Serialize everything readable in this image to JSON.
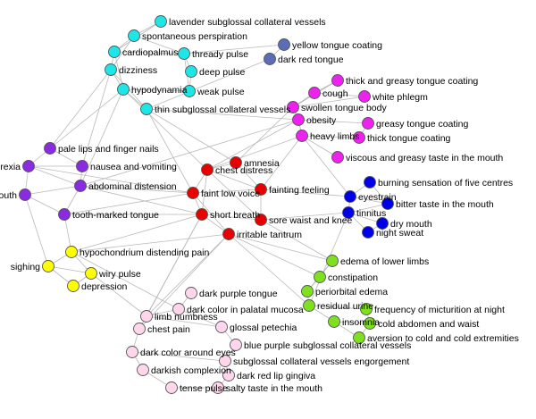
{
  "network": {
    "clusters": [
      {
        "id": "cyan",
        "color": "#1fe6e6"
      },
      {
        "id": "slate",
        "color": "#5a6db5"
      },
      {
        "id": "magenta",
        "color": "#ee22ee"
      },
      {
        "id": "purple",
        "color": "#8a2be2"
      },
      {
        "id": "red",
        "color": "#e80000"
      },
      {
        "id": "blue",
        "color": "#0000e6"
      },
      {
        "id": "yellow",
        "color": "#ffff00"
      },
      {
        "id": "green",
        "color": "#7fe020"
      },
      {
        "id": "pink",
        "color": "#ffd6ec"
      }
    ],
    "nodes": [
      {
        "id": "n1",
        "label": "lavender subglossal collateral vessels",
        "cluster": "cyan"
      },
      {
        "id": "n2",
        "label": "spontaneous perspiration",
        "cluster": "cyan"
      },
      {
        "id": "n3",
        "label": "cardiopalmus",
        "cluster": "cyan"
      },
      {
        "id": "n4",
        "label": "thready pulse",
        "cluster": "cyan"
      },
      {
        "id": "n5",
        "label": "dizziness",
        "cluster": "cyan"
      },
      {
        "id": "n6",
        "label": "deep pulse",
        "cluster": "cyan"
      },
      {
        "id": "n7",
        "label": "hypodynamia",
        "cluster": "cyan"
      },
      {
        "id": "n8",
        "label": "weak pulse",
        "cluster": "cyan"
      },
      {
        "id": "n9",
        "label": "thin subglossal collateral vessels",
        "cluster": "cyan"
      },
      {
        "id": "n10",
        "label": "yellow tongue coating",
        "cluster": "slate"
      },
      {
        "id": "n11",
        "label": "dark red tongue",
        "cluster": "slate"
      },
      {
        "id": "n12",
        "label": "thick and greasy tongue coating",
        "cluster": "magenta"
      },
      {
        "id": "n13",
        "label": "cough",
        "cluster": "magenta"
      },
      {
        "id": "n14",
        "label": "white phlegm",
        "cluster": "magenta"
      },
      {
        "id": "n15",
        "label": "swollen tongue body",
        "cluster": "magenta"
      },
      {
        "id": "n16",
        "label": "obesity",
        "cluster": "magenta"
      },
      {
        "id": "n17",
        "label": "greasy tongue coating",
        "cluster": "magenta"
      },
      {
        "id": "n18",
        "label": "heavy limbs",
        "cluster": "magenta"
      },
      {
        "id": "n19",
        "label": "thick tongue coating",
        "cluster": "magenta"
      },
      {
        "id": "n20",
        "label": "viscous and greasy taste in the mouth",
        "cluster": "magenta"
      },
      {
        "id": "n21",
        "label": "pale lips and finger nails",
        "cluster": "purple"
      },
      {
        "id": "n22",
        "label": "anorexia",
        "cluster": "purple"
      },
      {
        "id": "n23",
        "label": "nausea and vomiting",
        "cluster": "purple"
      },
      {
        "id": "n24",
        "label": "abdominal distension",
        "cluster": "purple"
      },
      {
        "id": "n25",
        "label": "tastelessness in the mouth",
        "cluster": "purple"
      },
      {
        "id": "n26",
        "label": "tooth-marked tongue",
        "cluster": "purple"
      },
      {
        "id": "n27",
        "label": "amnesia",
        "cluster": "red"
      },
      {
        "id": "n28",
        "label": "chest distress",
        "cluster": "red"
      },
      {
        "id": "n29",
        "label": "fainting feeling",
        "cluster": "red"
      },
      {
        "id": "n30",
        "label": "faint low voice",
        "cluster": "red"
      },
      {
        "id": "n31",
        "label": "short breath",
        "cluster": "red"
      },
      {
        "id": "n32",
        "label": "sore waist and knee",
        "cluster": "red"
      },
      {
        "id": "n33",
        "label": "irritable tantrum",
        "cluster": "red"
      },
      {
        "id": "n34",
        "label": "burning sensation of five centres",
        "cluster": "blue"
      },
      {
        "id": "n35",
        "label": "eyestrain",
        "cluster": "blue"
      },
      {
        "id": "n36",
        "label": "bitter taste in the mouth",
        "cluster": "blue"
      },
      {
        "id": "n37",
        "label": "tinnitus",
        "cluster": "blue"
      },
      {
        "id": "n38",
        "label": "dry mouth",
        "cluster": "blue"
      },
      {
        "id": "n39",
        "label": "night sweat",
        "cluster": "blue"
      },
      {
        "id": "n40",
        "label": "hypochondrium distending pain",
        "cluster": "yellow"
      },
      {
        "id": "n41",
        "label": "sighing",
        "cluster": "yellow"
      },
      {
        "id": "n42",
        "label": "wiry pulse",
        "cluster": "yellow"
      },
      {
        "id": "n43",
        "label": "depression",
        "cluster": "yellow"
      },
      {
        "id": "n44",
        "label": "edema of lower limbs",
        "cluster": "green"
      },
      {
        "id": "n45",
        "label": "constipation",
        "cluster": "green"
      },
      {
        "id": "n46",
        "label": "periorbital edema",
        "cluster": "green"
      },
      {
        "id": "n47",
        "label": "residual urine",
        "cluster": "green"
      },
      {
        "id": "n48",
        "label": "frequency of micturition at night",
        "cluster": "green"
      },
      {
        "id": "n49",
        "label": "insomnia",
        "cluster": "green"
      },
      {
        "id": "n50",
        "label": "cold abdomen and waist",
        "cluster": "green"
      },
      {
        "id": "n51",
        "label": "aversion to cold and cold extremities",
        "cluster": "green"
      },
      {
        "id": "n52",
        "label": "dark purple tongue",
        "cluster": "pink"
      },
      {
        "id": "n53",
        "label": "dark color in palatal mucosa",
        "cluster": "pink"
      },
      {
        "id": "n54",
        "label": "limb numbness",
        "cluster": "pink"
      },
      {
        "id": "n55",
        "label": "glossal petechia",
        "cluster": "pink"
      },
      {
        "id": "n56",
        "label": "chest pain",
        "cluster": "pink"
      },
      {
        "id": "n57",
        "label": "blue purple subglossal collateral vessels",
        "cluster": "pink"
      },
      {
        "id": "n58",
        "label": "dark color around eyes",
        "cluster": "pink"
      },
      {
        "id": "n59",
        "label": "subglossal collateral vessels engorgement",
        "cluster": "pink"
      },
      {
        "id": "n60",
        "label": "darkish complexion",
        "cluster": "pink"
      },
      {
        "id": "n61",
        "label": "dark red lip gingiva",
        "cluster": "pink"
      },
      {
        "id": "n62",
        "label": "tense pulse",
        "cluster": "pink"
      },
      {
        "id": "n63",
        "label": "salty taste in the mouth",
        "cluster": "pink"
      }
    ],
    "edges": [
      [
        "n1",
        "n2"
      ],
      [
        "n1",
        "n3"
      ],
      [
        "n2",
        "n3"
      ],
      [
        "n2",
        "n4"
      ],
      [
        "n3",
        "n5"
      ],
      [
        "n3",
        "n4"
      ],
      [
        "n4",
        "n6"
      ],
      [
        "n5",
        "n7"
      ],
      [
        "n6",
        "n8"
      ],
      [
        "n7",
        "n8"
      ],
      [
        "n7",
        "n9"
      ],
      [
        "n5",
        "n9"
      ],
      [
        "n4",
        "n8"
      ],
      [
        "n3",
        "n7"
      ],
      [
        "n2",
        "n5"
      ],
      [
        "n10",
        "n11"
      ],
      [
        "n11",
        "n9"
      ],
      [
        "n10",
        "n4"
      ],
      [
        "n12",
        "n13"
      ],
      [
        "n13",
        "n14"
      ],
      [
        "n13",
        "n15"
      ],
      [
        "n15",
        "n16"
      ],
      [
        "n16",
        "n17"
      ],
      [
        "n17",
        "n19"
      ],
      [
        "n18",
        "n16"
      ],
      [
        "n18",
        "n20"
      ],
      [
        "n19",
        "n18"
      ],
      [
        "n14",
        "n15"
      ],
      [
        "n12",
        "n15"
      ],
      [
        "n16",
        "n18"
      ],
      [
        "n21",
        "n22"
      ],
      [
        "n21",
        "n23"
      ],
      [
        "n22",
        "n23"
      ],
      [
        "n22",
        "n24"
      ],
      [
        "n23",
        "n24"
      ],
      [
        "n24",
        "n25"
      ],
      [
        "n25",
        "n26"
      ],
      [
        "n22",
        "n25"
      ],
      [
        "n24",
        "n26"
      ],
      [
        "n27",
        "n28"
      ],
      [
        "n28",
        "n29"
      ],
      [
        "n28",
        "n30"
      ],
      [
        "n30",
        "n31"
      ],
      [
        "n31",
        "n32"
      ],
      [
        "n31",
        "n33"
      ],
      [
        "n29",
        "n32"
      ],
      [
        "n27",
        "n29"
      ],
      [
        "n30",
        "n33"
      ],
      [
        "n28",
        "n31"
      ],
      [
        "n28",
        "n32"
      ],
      [
        "n30",
        "n29"
      ],
      [
        "n34",
        "n35"
      ],
      [
        "n35",
        "n36"
      ],
      [
        "n35",
        "n37"
      ],
      [
        "n37",
        "n38"
      ],
      [
        "n38",
        "n39"
      ],
      [
        "n36",
        "n37"
      ],
      [
        "n34",
        "n36"
      ],
      [
        "n37",
        "n39"
      ],
      [
        "n40",
        "n41"
      ],
      [
        "n40",
        "n42"
      ],
      [
        "n41",
        "n42"
      ],
      [
        "n42",
        "n43"
      ],
      [
        "n41",
        "n43"
      ],
      [
        "n44",
        "n45"
      ],
      [
        "n45",
        "n46"
      ],
      [
        "n46",
        "n47"
      ],
      [
        "n47",
        "n48"
      ],
      [
        "n47",
        "n49"
      ],
      [
        "n49",
        "n50"
      ],
      [
        "n50",
        "n51"
      ],
      [
        "n48",
        "n50"
      ],
      [
        "n44",
        "n46"
      ],
      [
        "n49",
        "n51"
      ],
      [
        "n52",
        "n53"
      ],
      [
        "n53",
        "n54"
      ],
      [
        "n54",
        "n55"
      ],
      [
        "n54",
        "n56"
      ],
      [
        "n55",
        "n57"
      ],
      [
        "n56",
        "n58"
      ],
      [
        "n57",
        "n59"
      ],
      [
        "n58",
        "n60"
      ],
      [
        "n59",
        "n61"
      ],
      [
        "n60",
        "n62"
      ],
      [
        "n61",
        "n63"
      ],
      [
        "n62",
        "n63"
      ],
      [
        "n53",
        "n55"
      ],
      [
        "n58",
        "n59"
      ],
      [
        "n28",
        "n7"
      ],
      [
        "n28",
        "n16"
      ],
      [
        "n28",
        "n18"
      ],
      [
        "n30",
        "n24"
      ],
      [
        "n30",
        "n22"
      ],
      [
        "n31",
        "n26"
      ],
      [
        "n31",
        "n40"
      ],
      [
        "n31",
        "n56"
      ],
      [
        "n33",
        "n45"
      ],
      [
        "n33",
        "n40"
      ],
      [
        "n33",
        "n54"
      ],
      [
        "n32",
        "n37"
      ],
      [
        "n32",
        "n44"
      ],
      [
        "n29",
        "n35"
      ],
      [
        "n27",
        "n9"
      ],
      [
        "n27",
        "n15"
      ],
      [
        "n26",
        "n40"
      ],
      [
        "n25",
        "n41"
      ],
      [
        "n23",
        "n5"
      ],
      [
        "n21",
        "n7"
      ],
      [
        "n18",
        "n35"
      ],
      [
        "n9",
        "n16"
      ],
      [
        "n7",
        "n24"
      ],
      [
        "n33",
        "n47"
      ],
      [
        "n37",
        "n47"
      ],
      [
        "n31",
        "n54"
      ],
      [
        "n33",
        "n56"
      ],
      [
        "n26",
        "n30"
      ],
      [
        "n24",
        "n31"
      ],
      [
        "n5",
        "n21"
      ],
      [
        "n40",
        "n53"
      ],
      [
        "n42",
        "n54"
      ],
      [
        "n33",
        "n44"
      ],
      [
        "n18",
        "n29"
      ],
      [
        "n16",
        "n24"
      ],
      [
        "n9",
        "n30"
      ]
    ]
  }
}
